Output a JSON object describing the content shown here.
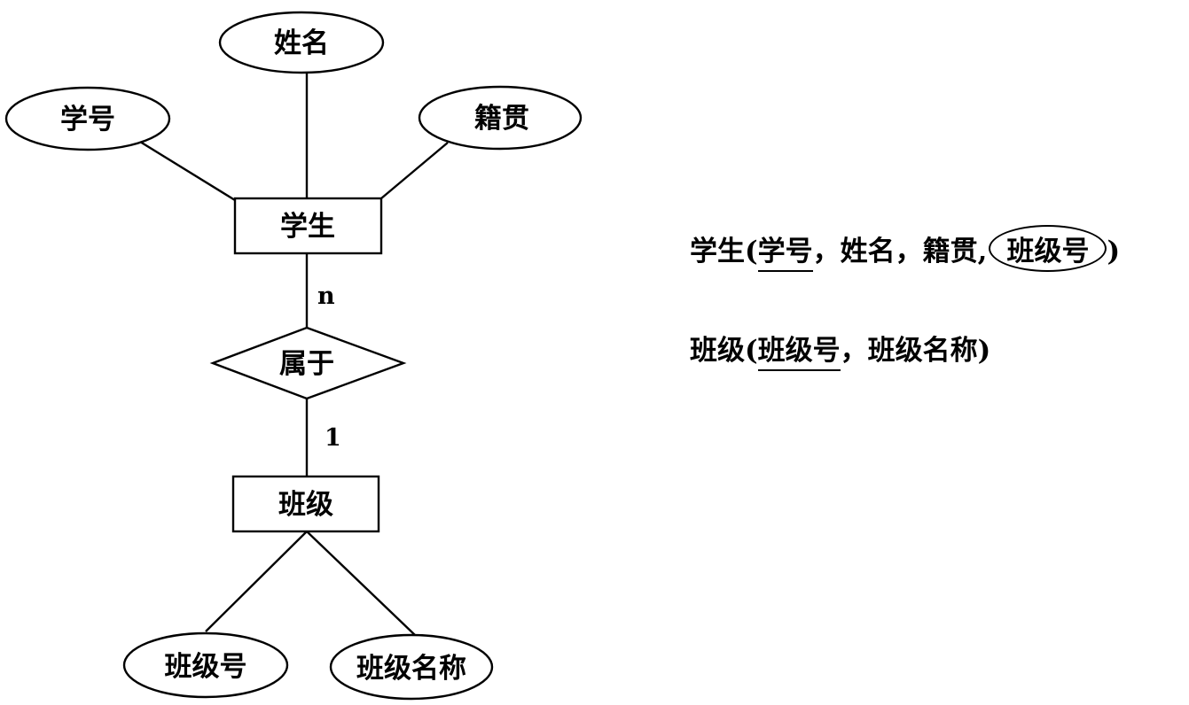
{
  "entities": {
    "student": "学生",
    "class": "班级"
  },
  "relationship": {
    "label": "属于",
    "card_student": "n",
    "card_class": "1"
  },
  "attributes": {
    "student_no": "学号",
    "name": "姓名",
    "hometown": "籍贯",
    "class_no": "班级号",
    "class_name": "班级名称"
  },
  "schema": {
    "student": {
      "name": "学生",
      "open": "(",
      "pk": "学号",
      "sep1": "，",
      "attr1": "姓名",
      "sep2": "，",
      "attr2": "籍贯",
      "sep3": ",",
      "fk": "班级号",
      "close": ")"
    },
    "class": {
      "name": "班级",
      "open": "(",
      "pk": "班级号",
      "sep1": "，",
      "attr1": "班级名称",
      "close": ")"
    }
  }
}
